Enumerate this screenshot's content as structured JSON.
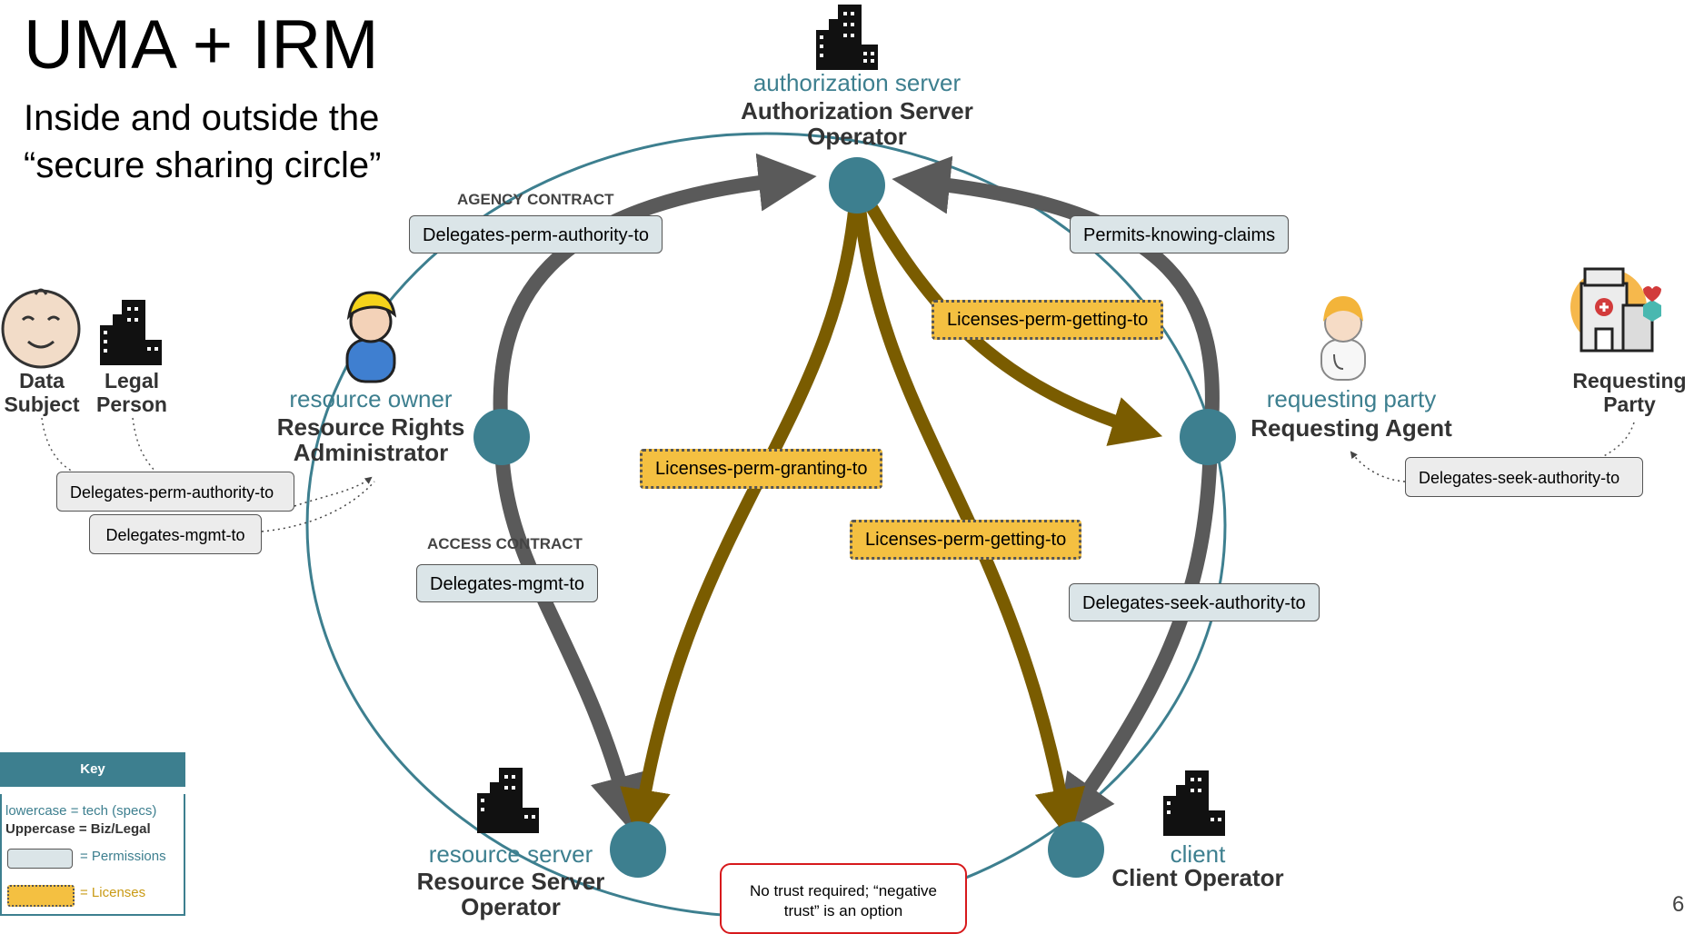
{
  "title": "UMA + IRM",
  "subtitle": [
    "Inside and outside the",
    "“secure sharing circle”"
  ],
  "nodes": {
    "authorization_server": {
      "tech": "authorization server",
      "biz": [
        "Authorization Server",
        "Operator"
      ]
    },
    "resource_owner": {
      "tech": "resource owner",
      "biz": [
        "Resource Rights",
        "Administrator"
      ]
    },
    "requesting_party": {
      "tech": "requesting party",
      "biz": "Requesting Agent"
    },
    "resource_server": {
      "tech": "resource server",
      "biz": [
        "Resource Server",
        "Operator"
      ]
    },
    "client": {
      "tech": "client",
      "biz": "Client Operator"
    }
  },
  "outer_parties": {
    "data_subject": [
      "Data",
      "Subject"
    ],
    "legal_person": [
      "Legal",
      "Person"
    ],
    "requesting_party": [
      "Requesting",
      "Party"
    ]
  },
  "contracts": {
    "agency": "AGENCY CONTRACT",
    "access": "ACCESS CONTRACT"
  },
  "permissions": {
    "delegates_perm_authority_inner": "Delegates-perm-authority-to",
    "permits_knowing_claims": "Permits-knowing-claims",
    "delegates_mgmt_inner": "Delegates-mgmt-to",
    "delegates_seek_authority_inner": "Delegates-seek-authority-to",
    "delegates_perm_authority_outer": "Delegates-perm-authority-to",
    "delegates_mgmt_outer": "Delegates-mgmt-to",
    "delegates_seek_authority_outer": "Delegates-seek-authority-to"
  },
  "licenses": {
    "perm_getting_upper": "Licenses-perm-getting-to",
    "perm_granting": "Licenses-perm-granting-to",
    "perm_getting_lower": "Licenses-perm-getting-to"
  },
  "note": [
    "No trust required; “negative",
    "trust” is an option"
  ],
  "key": {
    "title": "Key",
    "lowercase": "lowercase = tech (specs)",
    "uppercase": "Uppercase = Biz/Legal",
    "permissions": "= Permissions",
    "licenses": "= Licenses"
  },
  "page_number": "6",
  "colors": {
    "teal": "#3d7f8f",
    "gray_arrow": "#5a5a5a",
    "olive_arrow": "#7a5c00",
    "permission_fill": "#dbe5e8",
    "license_fill": "#f4c041",
    "note_border": "#d7191c"
  },
  "icons": [
    "building-icon",
    "baby-icon",
    "person-icon",
    "nurse-icon",
    "hospital-icon"
  ]
}
